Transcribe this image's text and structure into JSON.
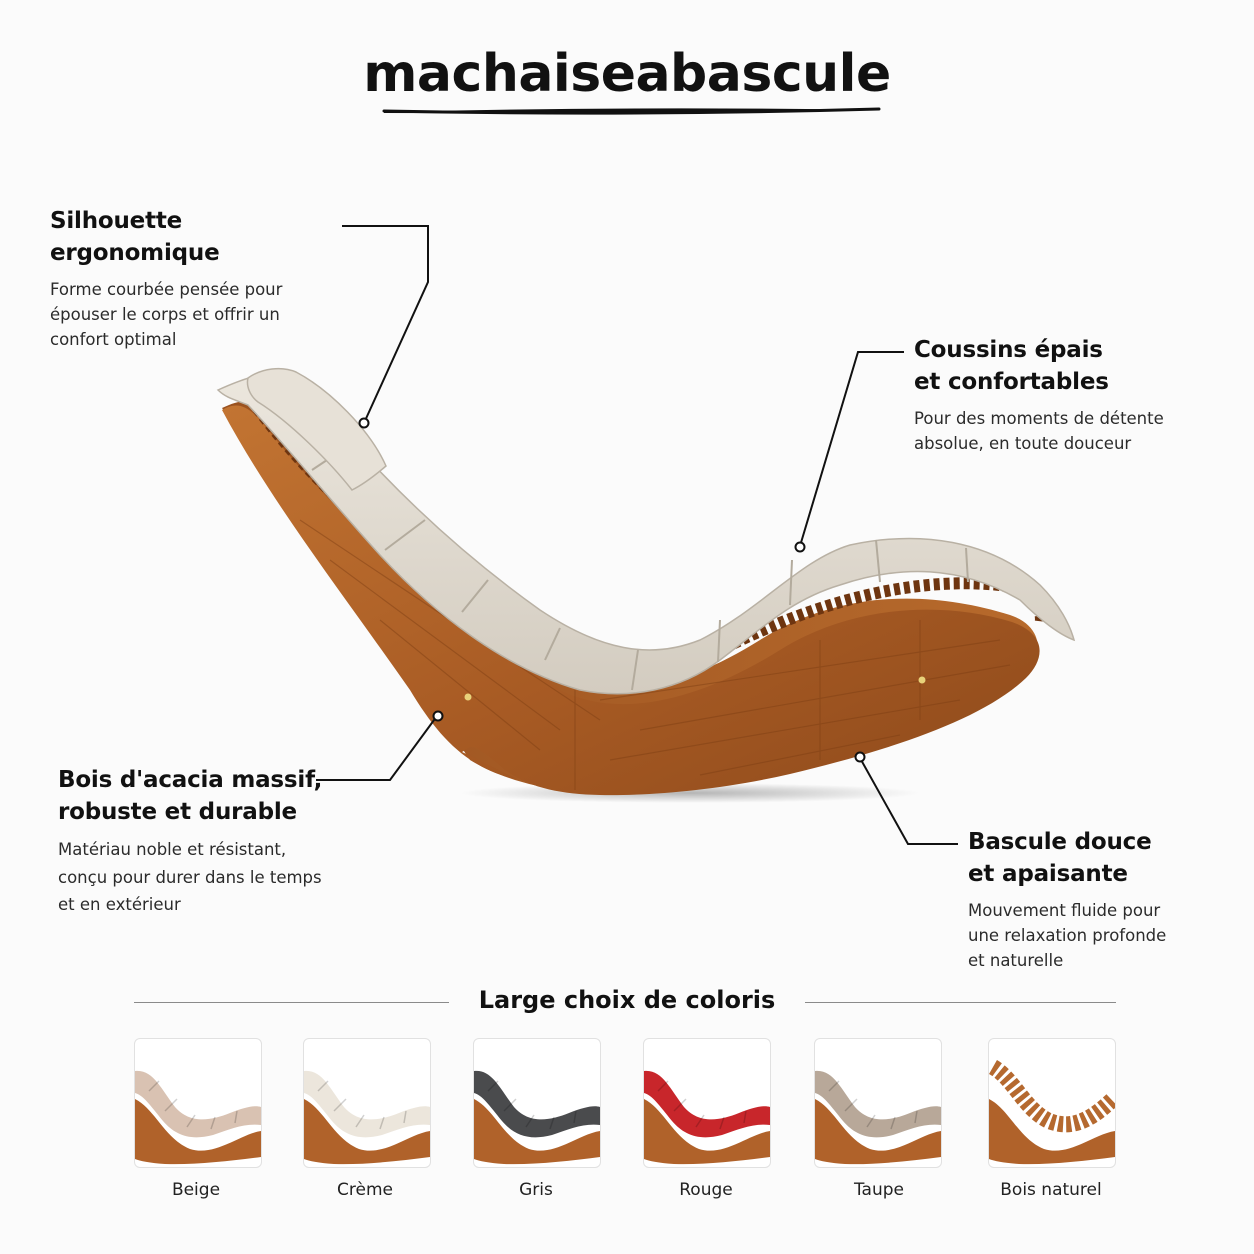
{
  "brand": "machaiseabascule",
  "features": [
    {
      "title": "Silhouette ergonomique",
      "text": [
        "Forme courbée pensée pour",
        "épouser le corps et offrir un",
        "confort optimal"
      ]
    },
    {
      "title": [
        "Coussins épais",
        "et confortables"
      ],
      "text": [
        "Pour des moments de détente",
        "absolue, en toute douceur"
      ]
    },
    {
      "title": [
        "Bois d'acacia massif,",
        "robuste et durable"
      ],
      "text": [
        "Matériau noble et résistant,",
        "conçu pour durer dans le temps",
        "et en extérieur"
      ]
    },
    {
      "title": [
        "Bascule douce",
        "et apaisante"
      ],
      "text": [
        "Mouvement fluide pour",
        "une relaxation profonde",
        "et naturelle"
      ]
    }
  ],
  "colors_title": "Large choix de coloris",
  "swatches": [
    {
      "label": "Beige",
      "color": "#d9c2b2"
    },
    {
      "label": "Crème",
      "color": "#ece6dc"
    },
    {
      "label": "Gris",
      "color": "#4a4b4d"
    },
    {
      "label": "Rouge",
      "color": "#c8262b"
    },
    {
      "label": "Taupe",
      "color": "#b8a899"
    },
    {
      "label": "Bois naturel",
      "color": "#b5692f"
    }
  ],
  "palette": {
    "wood": "#b0622a",
    "wood_dark": "#8c4717",
    "cushion": "#e3ddd3",
    "line": "#111111"
  }
}
